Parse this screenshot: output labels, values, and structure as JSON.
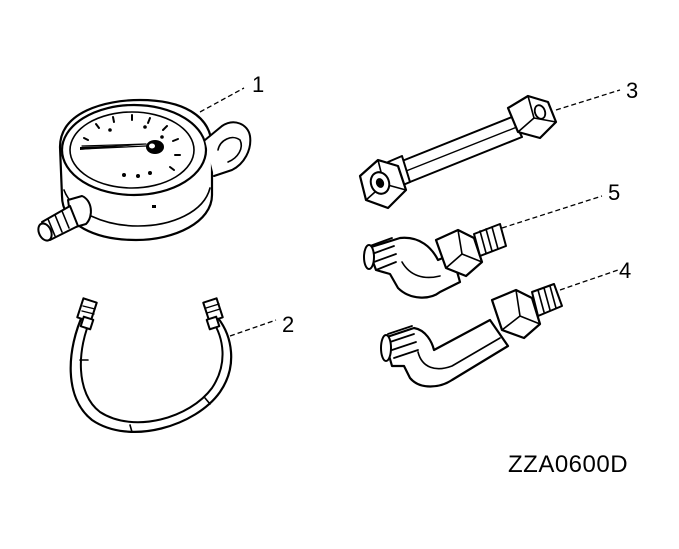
{
  "callouts": {
    "gauge": "1",
    "hose": "2",
    "straight_adapter": "3",
    "long_elbow": "4",
    "short_elbow": "5"
  },
  "figure_code": "ZZA0600D"
}
